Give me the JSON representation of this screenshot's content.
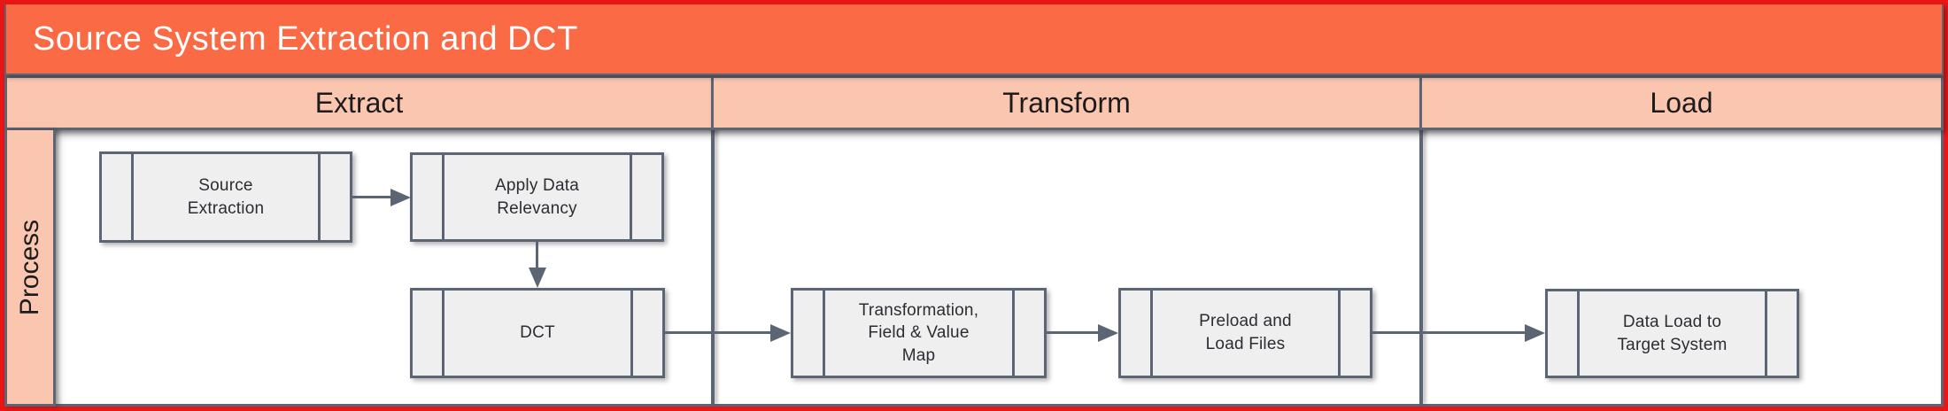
{
  "diagram": {
    "type": "swimlane-flowchart",
    "title": "Source System Extraction and DCT",
    "columns": [
      {
        "id": "extract",
        "label": "Extract"
      },
      {
        "id": "transform",
        "label": "Transform"
      },
      {
        "id": "load",
        "label": "Load"
      }
    ],
    "lane": {
      "label": "Process"
    },
    "nodes": [
      {
        "id": "source-extraction",
        "shape": "predefined-process",
        "column": "extract",
        "label": "Source\nExtraction"
      },
      {
        "id": "apply-data-relevancy",
        "shape": "predefined-process",
        "column": "extract",
        "label": "Apply Data\nRelevancy"
      },
      {
        "id": "dct",
        "shape": "predefined-process",
        "column": "extract",
        "label": "DCT"
      },
      {
        "id": "transformation-field-value-map",
        "shape": "predefined-process",
        "column": "transform",
        "label": "Transformation,\nField & Value\nMap"
      },
      {
        "id": "preload-and-load-files",
        "shape": "predefined-process",
        "column": "transform",
        "label": "Preload and\nLoad Files"
      },
      {
        "id": "data-load-to-target-system",
        "shape": "predefined-process",
        "column": "load",
        "label": "Data Load to\nTarget System"
      }
    ],
    "connections": [
      {
        "from": "source-extraction",
        "to": "apply-data-relevancy",
        "direction": "right"
      },
      {
        "from": "apply-data-relevancy",
        "to": "dct",
        "direction": "down"
      },
      {
        "from": "dct",
        "to": "transformation-field-value-map",
        "direction": "right"
      },
      {
        "from": "transformation-field-value-map",
        "to": "preload-and-load-files",
        "direction": "right"
      },
      {
        "from": "preload-and-load-files",
        "to": "data-load-to-target-system",
        "direction": "right"
      }
    ],
    "colors": {
      "title_bg": "#fa6a44",
      "header_bg": "#fbc6b0",
      "border_gray": "#5b6573",
      "frame_red": "#ea1515",
      "node_fill": "#efefef",
      "node_text": "#2b2d33",
      "header_text": "#1c1c1c",
      "title_text": "#ffffff",
      "canvas_bg": "#ffffff"
    }
  }
}
